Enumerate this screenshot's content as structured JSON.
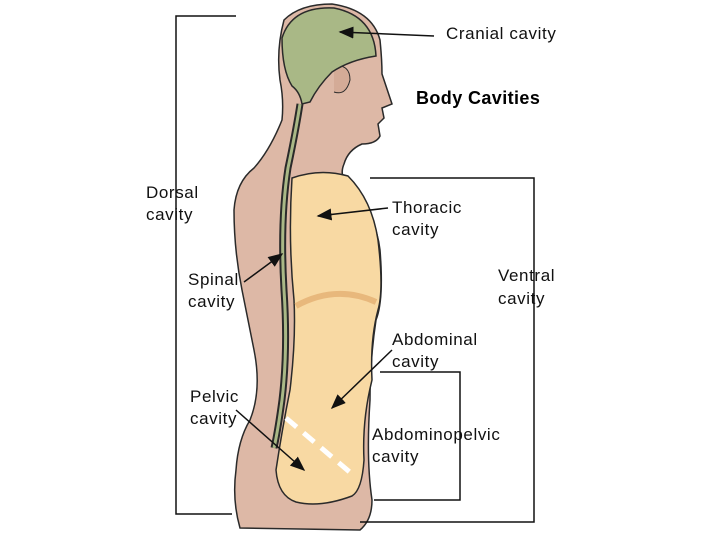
{
  "title": "Body Cavities",
  "labels": {
    "cranial": "Cranial cavity",
    "dorsal_1": "Dorsal",
    "dorsal_2": "cavity",
    "thoracic_1": "Thoracic",
    "thoracic_2": "cavity",
    "spinal_1": "Spinal",
    "spinal_2": "cavity",
    "ventral_1": "Ventral",
    "ventral_2": "cavity",
    "abdominal_1": "Abdominal",
    "abdominal_2": "cavity",
    "pelvic_1": "Pelvic",
    "pelvic_2": "cavity",
    "abdominopelvic_1": "Abdominopelvic",
    "abdominopelvic_2": "cavity"
  },
  "colors": {
    "skin": "#ddb8a6",
    "cranial_fill": "#a9b886",
    "ventral_fill": "#f8d9a3",
    "diaphragm": "#e8b87c",
    "outline": "#2a2a2a",
    "bracket": "#111111"
  }
}
